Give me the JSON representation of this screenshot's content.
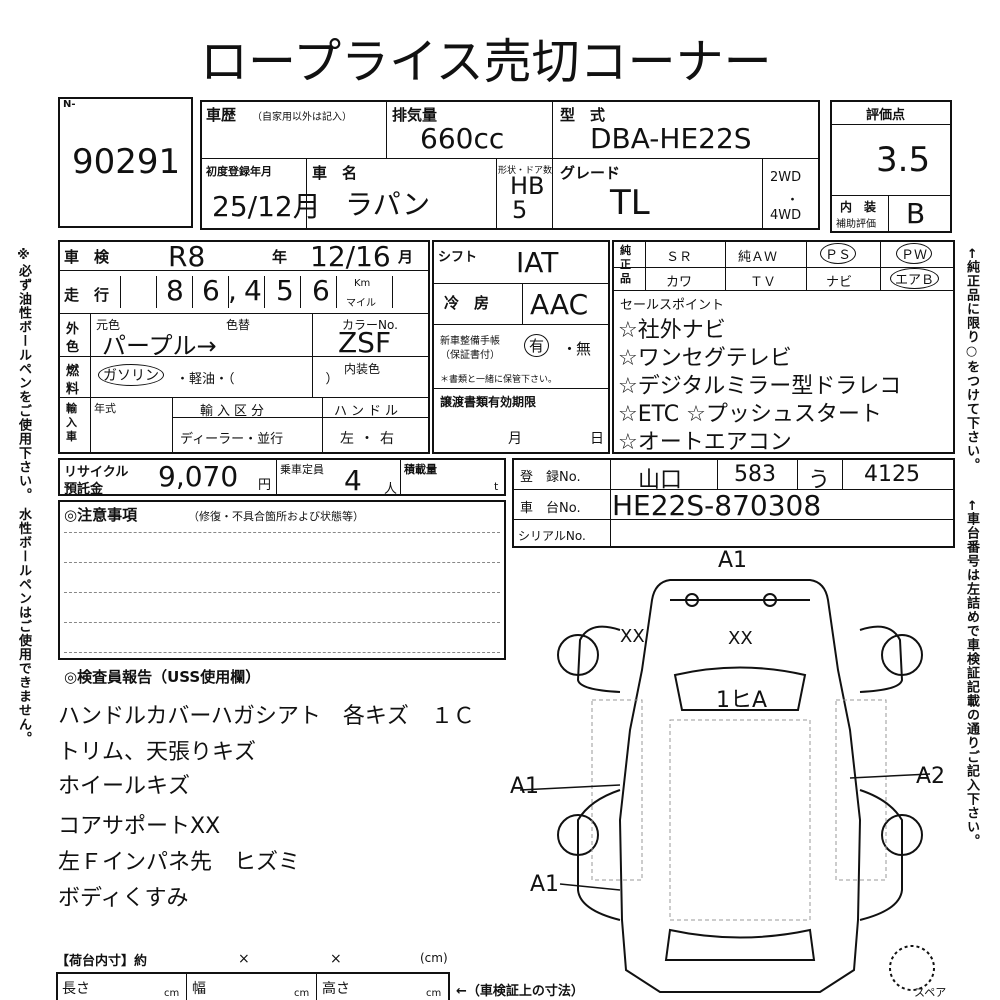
{
  "title": "ロープライス売切コーナー",
  "side_left": "※必ず油性ボールペンをご使用下さい。 水性ボールペンはご使用できません。",
  "side_right_top": "←純正品に限り○をつけて下さい。",
  "side_right_bottom": "←車台番号は左詰めで車検証記載の通りご記入下さい。",
  "lot": {
    "label": "N-",
    "value": "90291"
  },
  "history": {
    "label": "車歴",
    "note": "（自家用以外は記入）"
  },
  "displacement": {
    "label": "排気量",
    "value": "660cc"
  },
  "model": {
    "label": "型　式",
    "value": "DBA-HE22S"
  },
  "score": {
    "label": "評価点",
    "value": "3.5"
  },
  "first_reg": {
    "label": "初度登録年月",
    "value": "25/12月"
  },
  "car_name": {
    "label": "車　名",
    "value": "ラパン"
  },
  "body_door": {
    "label": "形状・ドア数",
    "value1": "HB",
    "value2": "5"
  },
  "grade": {
    "label": "グレード",
    "value": "TL"
  },
  "drive": {
    "opt1": "2WD",
    "sep": "・",
    "opt2": "4WD"
  },
  "interior_score": {
    "label1": "内　装",
    "label2": "補助評価",
    "value": "B"
  },
  "inspection": {
    "label": "車　検",
    "era": "R8",
    "year_label": "年",
    "date": "12/16",
    "month_label": "月"
  },
  "mileage": {
    "label": "走　行",
    "digits": [
      "8",
      "6",
      "4",
      "5",
      "6"
    ],
    "sep": ",",
    "unit1": "Km",
    "unit2": "マイル"
  },
  "shift": {
    "label": "シフト",
    "value": "IAT"
  },
  "ac": {
    "label": "冷　房",
    "value": "AAC"
  },
  "equipment": {
    "label": "純正品",
    "row1": [
      "ＳＲ",
      "純ＡＷ",
      "ＰＳ",
      "ＰＷ"
    ],
    "row2": [
      "カワ",
      "ＴＶ",
      "ナビ",
      "エアＢ"
    ]
  },
  "exterior_color": {
    "label1": "外",
    "label2": "色",
    "orig_label": "元色",
    "change_label": "色替",
    "value": "パープル→"
  },
  "color_no": {
    "label": "カラーNo.",
    "value": "ZSF"
  },
  "fuel": {
    "label1": "燃",
    "label2": "料",
    "gasoline": "ガソリン",
    "rest": "・軽油・（　　　　　　　）"
  },
  "interior_color": {
    "label": "内装色"
  },
  "manual": {
    "label1": "新車整備手帳",
    "label2": "（保証書付）",
    "yes": "有",
    "sep": "・",
    "no": "無",
    "note": "＊書類と一緒に保管下さい。"
  },
  "import": {
    "label": "輸入車",
    "year_label": "年式",
    "section_label": "輸入区分",
    "section_value": "ディーラー・並行"
  },
  "handle": {
    "label": "ハンドル",
    "value": "左・右"
  },
  "transfer": {
    "label": "譲渡書類有効期限",
    "month": "月",
    "day": "日"
  },
  "sales_points": {
    "label": "セールスポイント",
    "items": [
      "☆社外ナビ",
      "☆ワンセグテレビ",
      "☆デジタルミラー型ドラレコ",
      "☆ETC ☆プッシュスタート",
      "☆オートエアコン"
    ]
  },
  "recycle": {
    "label1": "リサイクル",
    "label2": "預託金",
    "value": "9,070",
    "unit": "円"
  },
  "capacity": {
    "label": "乗車定員",
    "value": "4",
    "unit": "人"
  },
  "load": {
    "label": "積載量",
    "unit": "t"
  },
  "registration": {
    "label": "登　録No.",
    "region": "山口",
    "num": "583",
    "kana": "う",
    "serial": "4125"
  },
  "chassis": {
    "label": "車　台No.",
    "value": "HE22S-870308"
  },
  "serial_no": {
    "label": "シリアルNo."
  },
  "notes": {
    "label": "◎注意事項",
    "note": "（修復・不具合箇所および状態等）"
  },
  "inspector": {
    "label": "◎検査員報告（USS使用欄）",
    "lines": [
      "ハンドルカバーハガシアト　各キズ　１Ｃ",
      "トリム、天張りキズ",
      "ホイールキズ",
      "コアサポートXX",
      "左Ｆインパネ先　ヒズミ",
      "ボディくすみ"
    ]
  },
  "diagram_marks": {
    "top": "A1",
    "hood_left": "XX",
    "hood_center": "XX",
    "windshield": "1ヒA",
    "left_mid": "A1",
    "right_mid": "A2",
    "left_rear": "A1"
  },
  "cargo": {
    "label": "【荷台内寸】約",
    "x1": "×",
    "x2": "×",
    "unit": "(cm)"
  },
  "dims": {
    "length": "長さ",
    "width": "幅",
    "height": "高さ",
    "cm": "cm",
    "note": "←（車検証上の寸法）"
  },
  "spare": {
    "label": "スペア"
  }
}
